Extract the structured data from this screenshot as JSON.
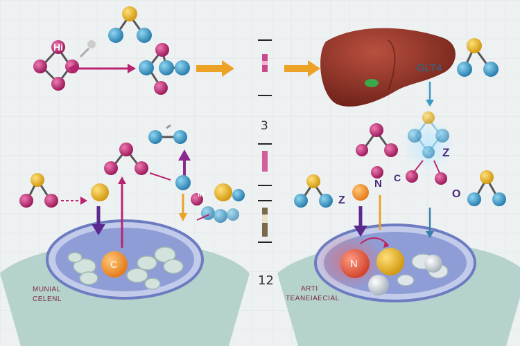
{
  "labels": {
    "glt4": "GLT4",
    "z_right_upper": "Z",
    "z_left_cell": "Z",
    "n_small": "N",
    "c_small": "C",
    "o_label": "O",
    "ball_c": "C",
    "ball_n": "N",
    "mol_top_left": "Hi",
    "mol_mid_left": "In",
    "center_top": "3",
    "center_bottom": "12",
    "cell_left_line1": "MUNIAL",
    "cell_left_line2": "CELENL",
    "cell_right_line1": "ARTI",
    "cell_right_line2": "TEANEIAECIAL"
  },
  "colors": {
    "background": "#eef1f2",
    "grid": "#dfe4e6",
    "magenta": "#b8246f",
    "blue_atom": "#3b9ac4",
    "gold_atom": "#e6b526",
    "orange_arrow": "#eba227",
    "purple_arrow": "#6b2c8f",
    "liver": "#8e2f23",
    "cell_outer": "#b6d2cc",
    "cell_inner": "#8e9dd6",
    "orange_ball": "#f0902e",
    "red_ball": "#e0523c"
  },
  "icons": [
    "molecule-icon",
    "liver-icon",
    "arrow-icon",
    "cell-icon",
    "gradient-bar-icon"
  ]
}
